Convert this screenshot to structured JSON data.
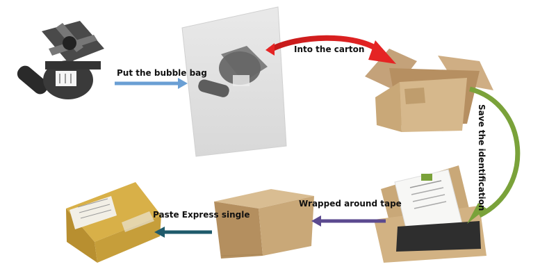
{
  "steps": {
    "bubble_bag": "Put the bubble bag",
    "carton": "Into the carton",
    "identification": "Save the identification",
    "tape": "Wrapped around tape",
    "express": "Paste Express single"
  },
  "colors": {
    "blue_arrow": "#6a9fd4",
    "red_arrow": "#e52424",
    "green_arrow": "#7aa23a",
    "purple_arrow": "#5b4a8f",
    "teal_arrow": "#1f5a6b",
    "cardboard": "#c9a878",
    "cardboard_dark": "#a98757",
    "tape_yellow": "#d8b048"
  }
}
